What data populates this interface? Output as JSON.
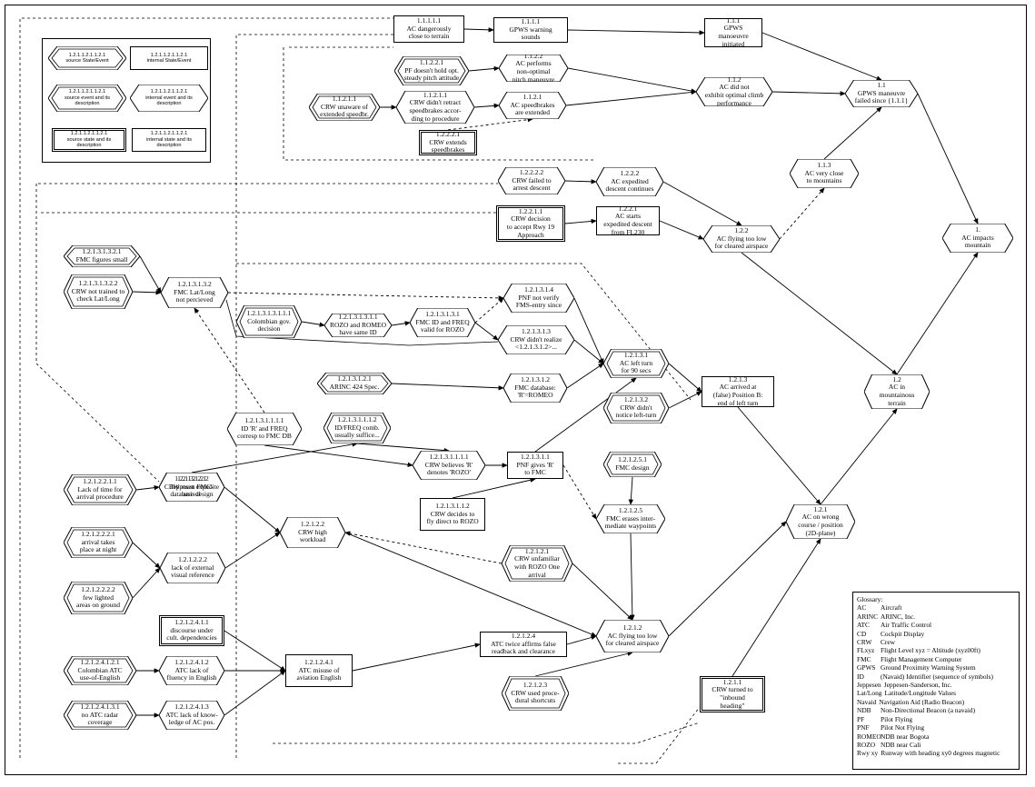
{
  "nodes": [
    {
      "key": "n1111",
      "id": "1.1.1.1.1",
      "lines": "AC dangerously\nclose to terrain"
    },
    {
      "key": "n1111b",
      "id": "1.1.1.1",
      "lines": "GPWS warning\nsounds"
    },
    {
      "key": "n111",
      "id": "1.1.1",
      "lines": "GPWS manoeuvre\ninitiated"
    },
    {
      "key": "n1122b",
      "id": "1.1.2.2.1",
      "lines": "PF doesn't hold opt.\nsteady pitch attitude"
    },
    {
      "key": "n1122",
      "id": "1.1.2.2",
      "lines": "AC performs\nnon-optimal\npitch maneuvre"
    },
    {
      "key": "n112",
      "id": "1.1.2",
      "lines": "AC did not\nexhibit optimal climb\nperformance"
    },
    {
      "key": "n11",
      "id": "1.1",
      "lines": "GPWS maneuvre\nfailed since {1.1.1}"
    },
    {
      "key": "n11211",
      "id": "1.1.2.1.1",
      "lines": "CRW unaware of\nextended speedbr."
    },
    {
      "key": "n1121b",
      "id": "1.1.2.1.1",
      "lines": "CRW didn't retract\nspeedbrakes accor-\nding to procedure"
    },
    {
      "key": "n1121",
      "id": "1.1.2.1",
      "lines": "AC speedbrakes\nare extended"
    },
    {
      "key": "n12221",
      "id": "1.2.2.2.1",
      "lines": "CRW extends\nspeedbrakes"
    },
    {
      "key": "n1222b",
      "id": "1.2.2.2.2",
      "lines": "CRW failed to\narrest descent"
    },
    {
      "key": "n1222",
      "id": "1.2.2.2",
      "lines": "AC expedited\ndescent continues"
    },
    {
      "key": "n113",
      "id": "1.1.3",
      "lines": "AC very close\nto mountains"
    },
    {
      "key": "n1",
      "id": "1.",
      "lines": "AC impacts\nmountain"
    },
    {
      "key": "n12211",
      "id": "1.2.2.1.1",
      "lines": "CRW decision\nto accept Rwy 19\nApproach"
    },
    {
      "key": "n1221",
      "id": "1.2.2.1",
      "lines": "AC starts\nexpedited descent\nfrom FL230"
    },
    {
      "key": "n122",
      "id": "1.2.2",
      "lines": "AC flying too low\nfor cleared airspace"
    },
    {
      "key": "n121321",
      "id": "1.2.1.3.1.3.2.1",
      "lines": "FMC figures small"
    },
    {
      "key": "n121322",
      "id": "1.2.1.3.1.3.2.2",
      "lines": "CRW not trained to\ncheck Lat/Long"
    },
    {
      "key": "n12132",
      "id": "1.2.1.3.1.3.2",
      "lines": "FMC Lat/Long\nnot percieved"
    },
    {
      "key": "n1213111",
      "id": "1.2.1.3.1.3.1.1.1",
      "lines": "Colombian gov.\ndecision"
    },
    {
      "key": "n121311",
      "id": "1.2.1.3.1.3.1.1",
      "lines": "ROZO and ROMEO\nhave same ID"
    },
    {
      "key": "n12131",
      "id": "1.2.1.3.1.3.1",
      "lines": "FMC ID and FREQ\nvalid for ROZO"
    },
    {
      "key": "n12134",
      "id": "1.2.1.3.1.4",
      "lines": "PNF not verify\nFMS-entry since"
    },
    {
      "key": "n12133",
      "id": "1.2.1.3.1.3",
      "lines": "CRW didn't realize\n<1.2.1.3.1.2>..."
    },
    {
      "key": "n1213",
      "id": "1.2.1.3.1",
      "lines": "AC left turn\nfor 90 secs"
    },
    {
      "key": "n12141",
      "id": "1.2.1.3.1.2.1",
      "lines": "ARINC 424 Spec."
    },
    {
      "key": "n12142",
      "id": "1.2.1.3.1.2",
      "lines": "FMC database:\n'R'=ROMEO"
    },
    {
      "key": "n12122",
      "id": "1.2.1.3.1.2.2",
      "lines": "Jeppesen FMC-\ndatabase design"
    },
    {
      "key": "n12132b",
      "id": "1.2.1.3.2",
      "lines": "CRW didn't\nnotice left-turn"
    },
    {
      "key": "n1213b",
      "id": "1.2.1.3",
      "lines": "AC arrived at\n(false) Position B:\nend of left turn"
    },
    {
      "key": "n121311b",
      "id": "1.2.1.3.1.1.1.1",
      "lines": "ID 'R' and FREQ\ncorresp to FMC DB"
    },
    {
      "key": "n1213112",
      "id": "1.2.1.3.1.1.1.2",
      "lines": "ID/FREQ comb.\nusually suffice..."
    },
    {
      "key": "n121311c",
      "id": "1.2.1.3.1.1.1.1",
      "lines": "CRW believes 'R'\ndenotes 'ROZO'"
    },
    {
      "key": "n12131c",
      "id": "1.2.1.3.1.1",
      "lines": "PNF gives 'R'\nto FMC"
    },
    {
      "key": "n12151",
      "id": "1.2.1.2.5.1",
      "lines": "FMC design"
    },
    {
      "key": "n1213112b",
      "id": "1.2.1.3.1.1.2",
      "lines": "CRW decides to\nfly direct to ROZO"
    },
    {
      "key": "n1215",
      "id": "1.2.1.2.5",
      "lines": "FMC erases inter-\nmediate waypoints"
    },
    {
      "key": "n121",
      "id": "1.2.1",
      "lines": "AC on wrong\ncourse / position\n(2D-plane)"
    },
    {
      "key": "n12",
      "id": "1.2",
      "lines": "AC in\nmountainous\nterrain"
    },
    {
      "key": "n121221",
      "id": "1.2.1.2.2.1.1",
      "lines": "Lack of time for\narrival procedure"
    },
    {
      "key": "n12122",
      "id": "1.2.1.2.2.1",
      "lines": "CRW must expedite\narrival"
    },
    {
      "key": "n1212",
      "id": "1.2.1.2.2",
      "lines": "CRW high\nworkload"
    },
    {
      "key": "n1212221",
      "id": "1.2.1.2.2.2.1",
      "lines": "arrival takes\nplace at night"
    },
    {
      "key": "n121222",
      "id": "1.2.1.2.2.2",
      "lines": "lack of external\nvisual reference"
    },
    {
      "key": "n1212222",
      "id": "1.2.1.2.2.2.2",
      "lines": "few lighted\nareas on ground"
    },
    {
      "key": "n12121",
      "id": "1.2.1.2.1",
      "lines": "CRW unfamiliar\nwith ROZO One\narrival"
    },
    {
      "key": "n1212b",
      "id": "1.2.1.2",
      "lines": "AC flying too low\nfor cleared airspace"
    },
    {
      "key": "n1212411",
      "id": "1.2.1.2.4.1.1",
      "lines": "discourse under\ncult. dependencies"
    },
    {
      "key": "n12124121",
      "id": "1.2.1.2.4.1.2.1",
      "lines": "Colombian ATC\nuse-of-English"
    },
    {
      "key": "n1212412",
      "id": "1.2.1.2.4.1.2",
      "lines": "ATC lack of\nfluency in English"
    },
    {
      "key": "n121241",
      "id": "1.2.1.2.4.1",
      "lines": "ATC misuse of\naviation English"
    },
    {
      "key": "n12124",
      "id": "1.2.1.2.4",
      "lines": "ATC twice affirms false\nreadback and clearance"
    },
    {
      "key": "n12123",
      "id": "1.2.1.2.3",
      "lines": "CRW used proce-\ndural shortcuts"
    },
    {
      "key": "n12124131",
      "id": "1.2.1.2.4.1.3.1",
      "lines": "no ATC radar\ncoverage"
    },
    {
      "key": "n1212413",
      "id": "1.2.1.2.4.1.3",
      "lines": "ATC lack of know-\nledge of AC pos."
    },
    {
      "key": "n1211",
      "id": "1.2.1.1",
      "lines": "CRW turned to\n\"inbound heading\""
    }
  ],
  "legend": {
    "items": [
      {
        "id": "1.2.1.1.2.1.1.2.1",
        "desc": "source State/Event"
      },
      {
        "id": "1.2.1.1.2.1.1.2.1",
        "desc": "internal State/Event"
      },
      {
        "id": "1.2.1.1.2.1.1.2.1",
        "desc": "source event and its\ndescription"
      },
      {
        "id": "1.2.1.1.2.1.1.2.1",
        "desc": "internal event and its\ndescription"
      },
      {
        "id": "1.2.1.1.2.1.1.2.1",
        "desc": "source state and its\ndescription"
      },
      {
        "id": "1.2.1.1.2.1.1.2.1",
        "desc": "internal state and its\ndescription"
      }
    ]
  },
  "glossary": {
    "title": "Glossary:",
    "rows": [
      {
        "k": "AC",
        "v": "Aircraft"
      },
      {
        "k": "ARINC",
        "v": "ARINC, Inc."
      },
      {
        "k": "ATC",
        "v": "Air Traffic Control"
      },
      {
        "k": "CD",
        "v": "Cockpit Display"
      },
      {
        "k": "CRW",
        "v": "Crew"
      },
      {
        "k": "FLxyz",
        "v": "Flight Level xyz = Altitude (xyz00ft)"
      },
      {
        "k": "FMC",
        "v": "Flight Management Computer"
      },
      {
        "k": "GPWS",
        "v": "Ground Proximity Warning System"
      },
      {
        "k": "ID",
        "v": "(Navaid) Identifier (sequence of symbols)"
      },
      {
        "k": "Jeppesen",
        "v": "Jeppesen-Sanderson, Inc."
      },
      {
        "k": "Lat/Long",
        "v": "Latitude/Longitude Values"
      },
      {
        "k": "Navaid",
        "v": "Navigation Aid (Radio Beacon)"
      },
      {
        "k": "NDB",
        "v": "Non-Directional Beacon (a navaid)"
      },
      {
        "k": "PF",
        "v": "Pilot Flying"
      },
      {
        "k": "PNF",
        "v": "Pilot Not Flying"
      },
      {
        "k": "ROMEO",
        "v": "NDB near Bogota"
      },
      {
        "k": "ROZO",
        "v": "NDB near Cali"
      },
      {
        "k": "Rwy xy",
        "v": "Runway with heading xy0 degrees magnetic"
      }
    ]
  }
}
